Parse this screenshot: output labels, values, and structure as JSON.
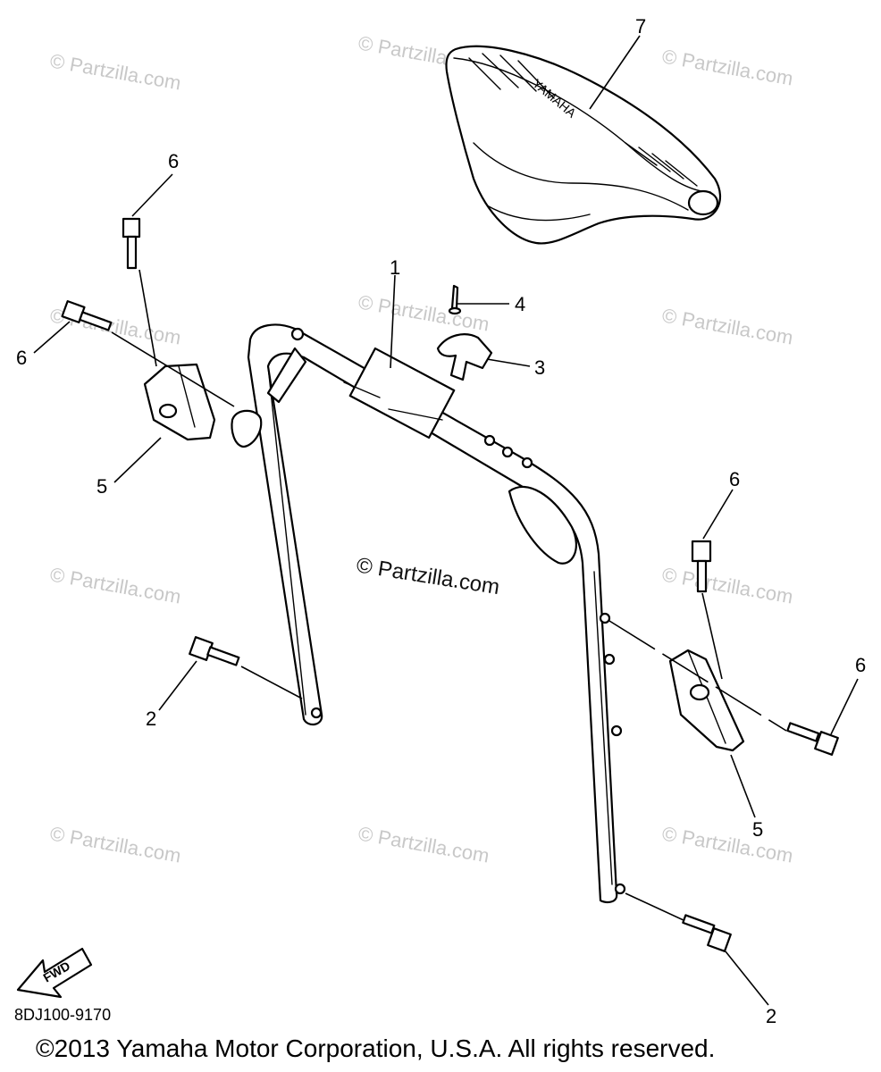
{
  "callouts": [
    {
      "id": "c1",
      "label": "1"
    },
    {
      "id": "c2a",
      "label": "2"
    },
    {
      "id": "c2b",
      "label": "2"
    },
    {
      "id": "c3",
      "label": "3"
    },
    {
      "id": "c4",
      "label": "4"
    },
    {
      "id": "c5a",
      "label": "5"
    },
    {
      "id": "c5b",
      "label": "5"
    },
    {
      "id": "c6a",
      "label": "6"
    },
    {
      "id": "c6b",
      "label": "6"
    },
    {
      "id": "c6c",
      "label": "6"
    },
    {
      "id": "c6d",
      "label": "6"
    },
    {
      "id": "c7",
      "label": "7"
    }
  ],
  "seat_brand": "YAMAHA",
  "fwd_label": "FWD",
  "diagram_code": "8DJ100-9170",
  "copyright": "©2013  Yamaha Motor Corporation, U.S.A. All rights reserved.",
  "watermark": "© Partzilla.com",
  "colors": {
    "line": "#000000",
    "watermark": "#c8c8c8",
    "background": "#ffffff"
  }
}
